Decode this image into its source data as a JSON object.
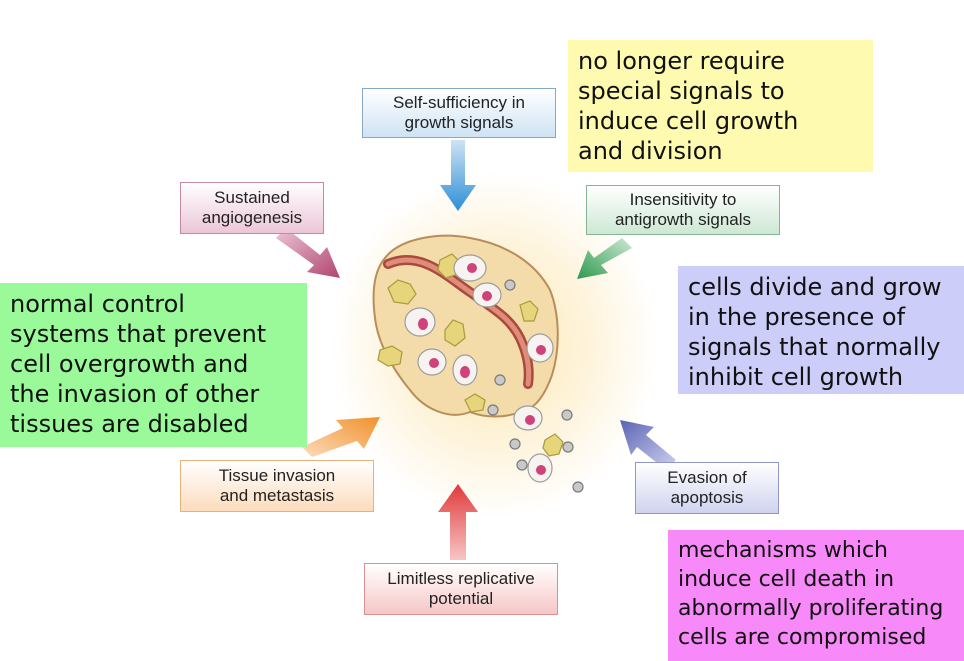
{
  "labels": {
    "self_sufficiency": [
      "Self-sufficiency in",
      "growth signals"
    ],
    "insensitivity": [
      "Insensitivity to",
      "antigrowth signals"
    ],
    "angiogenesis": [
      "Sustained",
      "angiogenesis"
    ],
    "tissue_invasion": [
      "Tissue invasion",
      "and metastasis"
    ],
    "evasion": [
      "Evasion of",
      "apoptosis"
    ],
    "limitless": [
      "Limitless replicative",
      "potential"
    ]
  },
  "notes": {
    "yellow": [
      "no longer require",
      "special signals to",
      "induce cell growth",
      "and division"
    ],
    "green": [
      "normal control",
      "systems that prevent",
      "cell overgrowth and",
      "the invasion of other",
      "tissues are disabled"
    ],
    "blue": [
      "cells divide and grow",
      "in the presence of",
      "signals that normally",
      "inhibit cell growth"
    ],
    "pink": [
      "mechanisms which",
      "induce cell death in",
      "abnormally proliferating",
      "cells are compromised"
    ]
  },
  "colors": {
    "self_sufficiency": "#2c8fd6",
    "insensitivity": "#2e9a4e",
    "angiogenesis": "#b0446f",
    "tissue_invasion": "#f0912c",
    "evasion": "#5b63b4",
    "limitless": "#e03a3a",
    "note_yellow": "#fefbb0",
    "note_green": "#9afa9a",
    "note_blue": "#cdcdfa",
    "note_pink": "#f889f8"
  }
}
